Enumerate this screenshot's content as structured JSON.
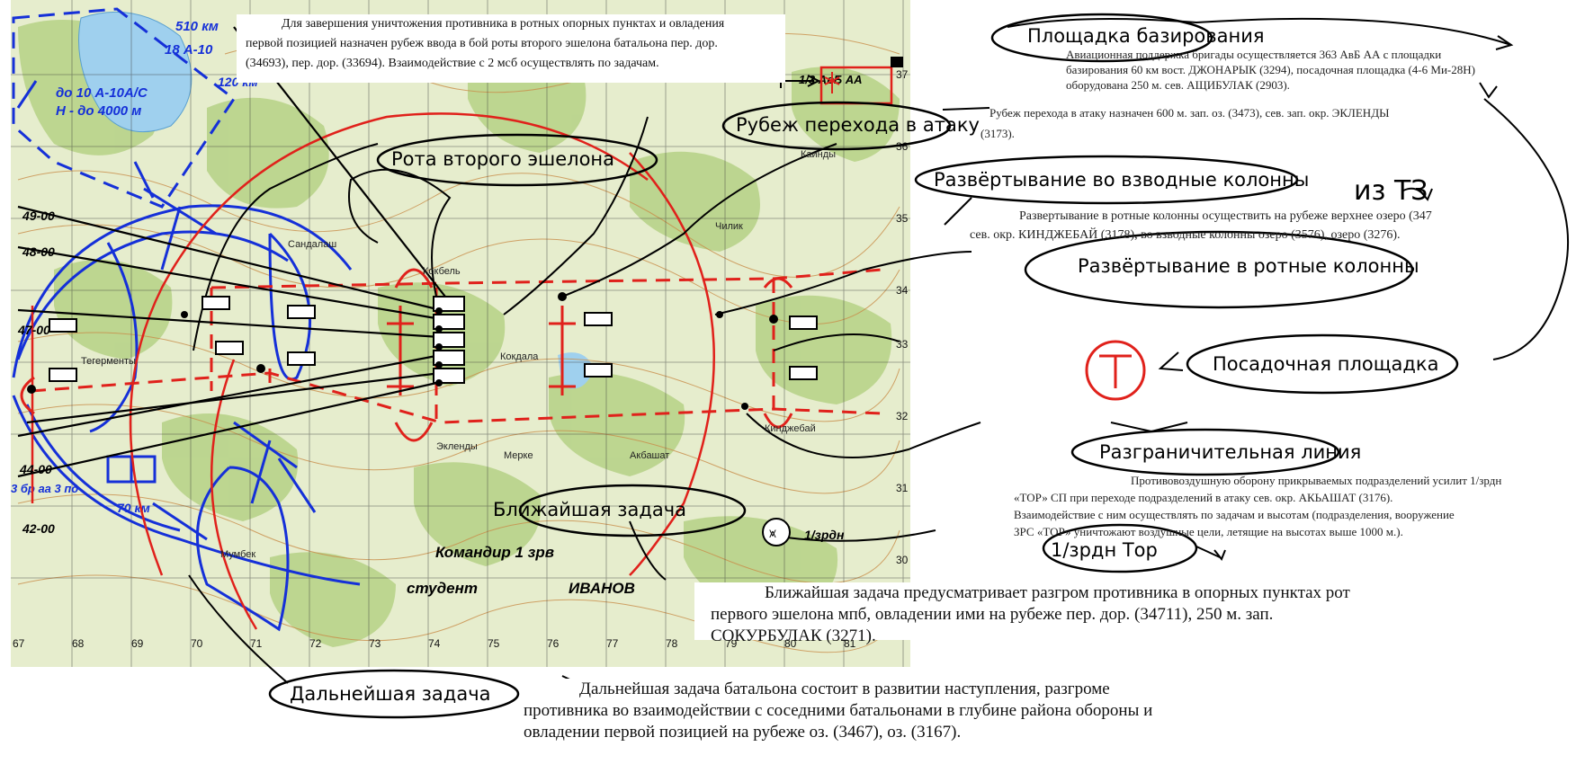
{
  "top_text": {
    "line1": "Для завершения уничтожения противника в ротных опорных пунктах и овладения",
    "line2": "первой позицией назначен рубеж ввода в бой роты второго эшелона батальона пер. дор.",
    "line3": "(34693), пер. дор. (33694). Взаимодействие с 2 мсб осуществлять по задачам."
  },
  "callouts": {
    "ploshchadka_bazirovaniya": "Площадка базирования",
    "rubezh_perekhoda": "Рубеж перехода в атаку",
    "rota_vtorogo": "Рота второго эшелона",
    "razvertyvanie_vzvod": "Развёртывание во взводные колонны",
    "razvertyvanie_rot": "Развёртывание в ротные колонны",
    "posadochnaya": "Посадочная площадка",
    "razgranichitelnaya": "Разграничительная линия",
    "blizhayshaya": "Ближайшая задача",
    "dalneyshaya": "Дальнейшая задача",
    "zrdn_tor": "1/зрдн Тор",
    "iz_tz": "из ТЗ"
  },
  "notes": {
    "aviation_1": "Авиационная поддержка бригады осуществляется 363 АвБ АА с площадки",
    "aviation_2": "базирования 60 км вост. ДЖОНАРЫК (3294), посадочная площадка (4-6 Ми-28Н)",
    "aviation_3": "оборудована 250 м. сев. АЩИБУЛАК (2903).",
    "attack_line": "Рубеж перехода в атаку назначен 600 м. зап. оз. (3473), сев. зап. окр. ЭКЛЕНДЫ",
    "attack_line_code": "(3173).",
    "deploy_1": "Развертывание в ротные колонны осуществить на рубеже верхнее озеро (347",
    "deploy_2": "сев. окр. КИНДЖЕБАЙ (3178), во взводные колонны озеро (3576), озеро (3276).",
    "pvo_1": "Противовоздушную оборону прикрываемых подразделений усилит 1/зрдн",
    "pvo_2": "«ТОР» СП при переходе подразделений в атаку сев. окр. АКЬАШАТ (3176).",
    "pvo_3": "Взаимодействие с ним осуществлять по задачам и высотам (подразделения, вооружение",
    "pvo_4": "ЗРС «ТОР» уничтожают воздушные цели, летящие на высотах выше 1000 м.)."
  },
  "immediate_task": {
    "line1": "Ближайшая задача предусматривает разгром противника в опорных пунктах рот",
    "line2": "первого эшелона мпб, овладении ими на рубеже пер. дор. (34711), 250 м. зап.",
    "line3": "СОКУРБУЛАК (3271)."
  },
  "further_task": {
    "line1": "Дальнейшая задача батальона состоит в развитии наступления, разгроме",
    "line2": "противника во взаимодействии с соседними батальонами в глубине района обороны и",
    "line3": "овладении первой позицией на рубеже оз. (3467), оз. (3167)."
  },
  "map_labels": {
    "km510": "510 км",
    "a10": "18 А-10",
    "km120": "120 км",
    "a10_count": "до 10 А-10А/С",
    "altitude": "Н - до 4000 м",
    "ot49": "49-00",
    "ot48": "48-00",
    "ot47": "47-00",
    "ot44": "44-00",
    "ot42": "42-00",
    "br_aa": "3 бр аа 3 пд",
    "km70": "70 км",
    "avb_aa": "1/3 АвБ АА",
    "zrdn": "1/зрдн",
    "commander": "Командир 1 зрв",
    "student": "студент",
    "ivanov": "ИВАНОВ",
    "kokdala": "Кокдала",
    "kindzhebay": "Кинджебай",
    "akbashat": "Акбашат",
    "merke": "Мерке",
    "eklendy": "Экленды",
    "tegermenty": "Тегерменты",
    "kokbel": "Кокбель",
    "sandalash": "Сандалаш",
    "chilik": "Чилик",
    "kaindy": "Каинды",
    "muzbel": "Мумбек",
    "bottom_scale": [
      "67",
      "68",
      "69",
      "70",
      "71",
      "72",
      "73",
      "74",
      "75",
      "76",
      "77",
      "78",
      "79",
      "80",
      "81"
    ],
    "right_scale": [
      "37",
      "36",
      "35",
      "34",
      "33",
      "32",
      "31",
      "30"
    ]
  },
  "colors": {
    "map_bg": "#e3ecc8",
    "forest": "#b9d48a",
    "red": "#e0211b",
    "blue": "#1530d8",
    "black": "#000000"
  }
}
